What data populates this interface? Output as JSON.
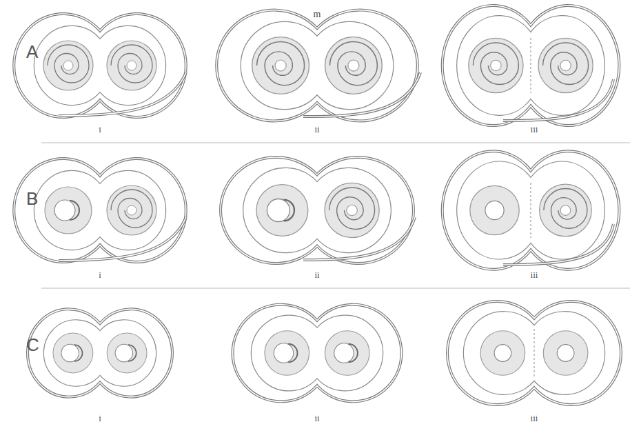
{
  "diagram": {
    "labels": [
      "A",
      "m",
      "i",
      "ii",
      "iii",
      "B",
      "i",
      "ii",
      "iii",
      "C",
      "i",
      "ii",
      "iii"
    ]
  }
}
